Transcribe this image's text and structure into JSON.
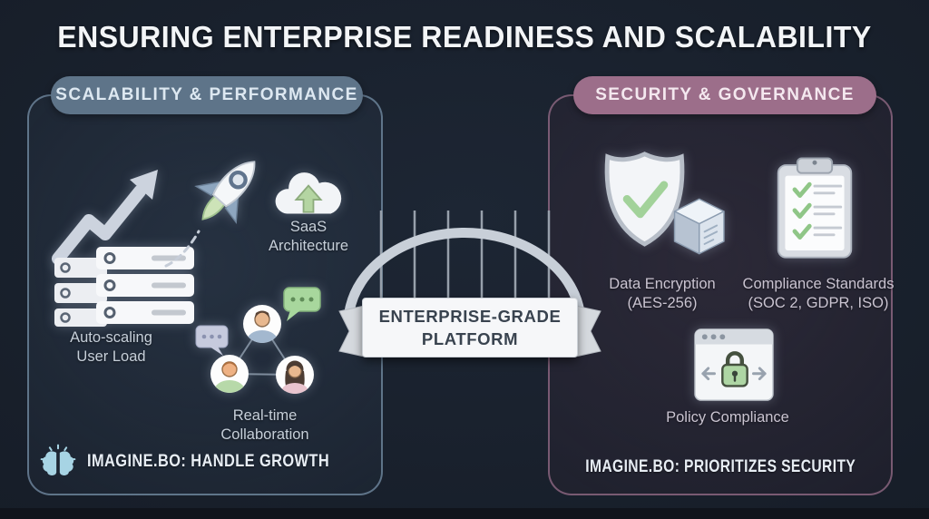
{
  "title": "ENSURING ENTERPRISE READINESS AND SCALABILITY",
  "left_panel": {
    "header": "SCALABILITY & PERFORMANCE",
    "accent_color": "#5e7489",
    "border_color": "#6a8199",
    "features": [
      {
        "icon": "growth-arrow-server-stack-icon",
        "label_lines": [
          "Auto-scaling",
          "User Load"
        ]
      },
      {
        "icon": "rocket-cloud-upload-icon",
        "label_lines": [
          "SaaS",
          "Architecture"
        ]
      },
      {
        "icon": "collaboration-avatars-icon",
        "label_lines": [
          "Real-time",
          "Collaboration"
        ]
      }
    ],
    "footer": "IMAGINE.BO: HANDLE GROWTH",
    "footer_icon": "brain-icon"
  },
  "center": {
    "icon": "bridge-icon",
    "banner_lines": [
      "ENTERPRISE-GRADE",
      "PLATFORM"
    ]
  },
  "right_panel": {
    "header": "SECURITY & GOVERNANCE",
    "accent_color": "#9c6e8a",
    "border_color": "#9c7390",
    "features": [
      {
        "icon": "shield-check-cube-icon",
        "label_lines": [
          "Data Encryption",
          "(AES-256)"
        ]
      },
      {
        "icon": "compliance-clipboard-icon",
        "label_lines": [
          "Compliance Standards",
          "(SOC 2, GDPR, ISO)"
        ]
      },
      {
        "icon": "browser-lock-icon",
        "label_lines": [
          "Policy Compliance"
        ]
      }
    ],
    "footer": "IMAGINE.BO: PRIORITIZES SECURITY"
  },
  "colors": {
    "background": "#171e29",
    "green_accent": "#a8d79d",
    "ribbon": "#f6f7f9",
    "bridge": "#c8cfd8"
  }
}
